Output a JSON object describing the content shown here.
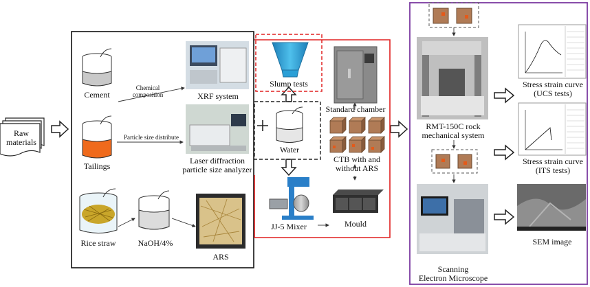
{
  "raw": {
    "line1": "Raw",
    "line2": "materials"
  },
  "left": {
    "cement": "Cement",
    "tailings": "Tailings",
    "rice_straw": "Rice straw",
    "naoh": "NaOH/4%",
    "ars": "ARS",
    "chem_line1": "Chemical",
    "chem_line2": "composition",
    "particle": "Particle size distribute",
    "xrf": "XRF system",
    "laser_line1": "Laser diffraction",
    "laser_line2": "particle size analyzer"
  },
  "middle": {
    "slump": "Slump tests",
    "water": "Water",
    "chamber": "Standard chamber",
    "ctb_line1": "CTB with and",
    "ctb_line2": "without ARS",
    "mixer": "JJ-5 Mixer",
    "mould": "Mould"
  },
  "right": {
    "rmt_line1": "RMT-150C rock",
    "rmt_line2": "mechanical system",
    "sem_line1": "Scanning",
    "sem_line2": "Electron Microscope",
    "ucs_line1": "Stress strain curve",
    "ucs_line2": "(UCS tests)",
    "its_line1": "Stress strain curve",
    "its_line2": "(ITS tests)",
    "sem_image": "SEM image"
  },
  "colors": {
    "purple": "#7b3aa0",
    "red": "#e02020",
    "tailings": "#ef6a1c",
    "cone": "#2a9fd6",
    "brick": "#b07b56"
  }
}
